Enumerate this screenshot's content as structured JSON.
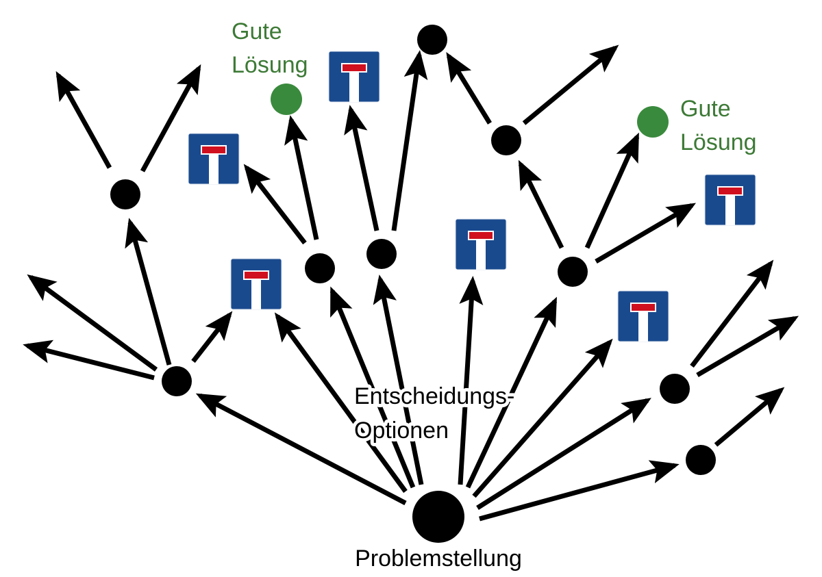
{
  "labels": {
    "good_solution_1": [
      "Gute",
      "Lösung"
    ],
    "good_solution_2": [
      "Gute",
      "Lösung"
    ],
    "options": [
      "Entscheidungs-",
      "Optionen"
    ],
    "problem": "Problemstellung"
  },
  "colors": {
    "node": "#000000",
    "good_solution": "#3a8a3d",
    "good_solution_text": "#3d7a36",
    "dead_end_sign_blue": "#1a4a8e",
    "dead_end_sign_red": "#d0101e"
  },
  "icons": {
    "dead_end": "dead-end-road-sign-icon"
  }
}
